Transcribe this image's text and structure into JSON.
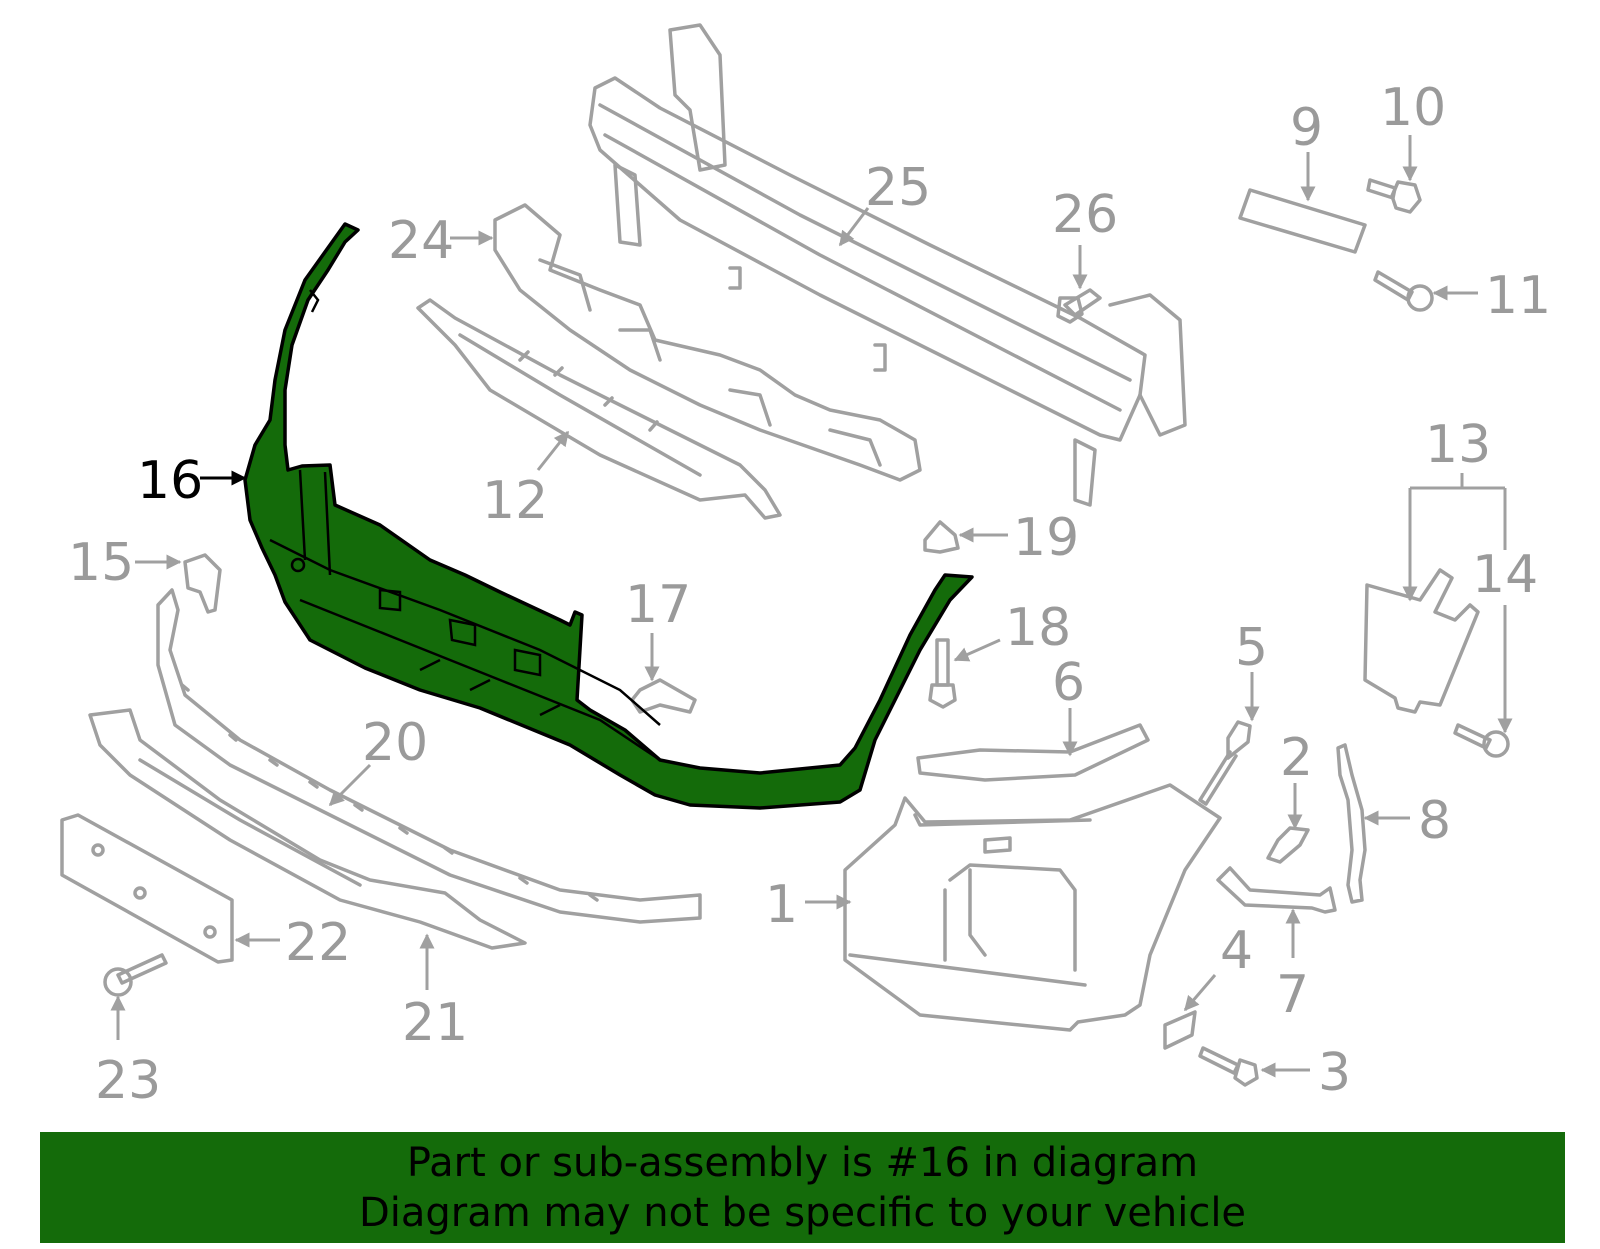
{
  "callouts": {
    "c1": "1",
    "c2": "2",
    "c3": "3",
    "c4": "4",
    "c5": "5",
    "c6": "6",
    "c7": "7",
    "c8": "8",
    "c9": "9",
    "c10": "10",
    "c11": "11",
    "c12": "12",
    "c13": "13",
    "c14": "14",
    "c15": "15",
    "c16": "16",
    "c17": "17",
    "c18": "18",
    "c19": "19",
    "c20": "20",
    "c21": "21",
    "c22": "22",
    "c23": "23",
    "c24": "24",
    "c25": "25",
    "c26": "26"
  },
  "highlight": {
    "part_number": "16",
    "color": "#146b0a"
  },
  "banner": {
    "line1": "Part or sub-assembly is #16 in diagram",
    "line2": "Diagram may not be specific to your vehicle"
  }
}
